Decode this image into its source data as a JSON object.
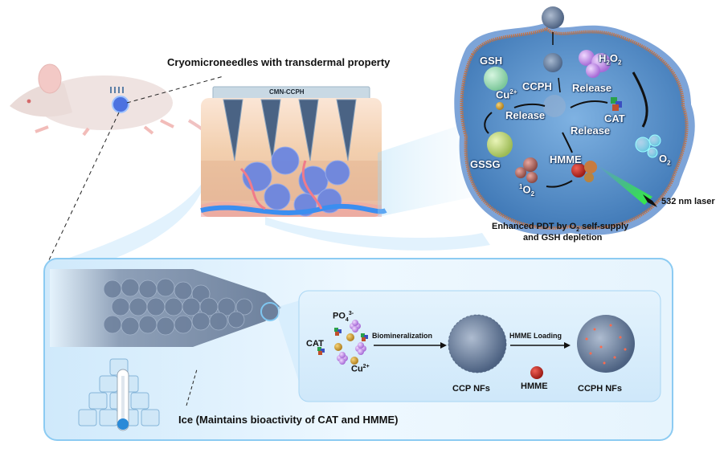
{
  "figure": {
    "title_microneedle": "Cryomicroneedles with transdermal property",
    "patch_label": "CMN-CCPH",
    "cell_panel": {
      "labels": {
        "gsh": "GSH",
        "gssg": "GSSG",
        "ccph": "CCPH",
        "cu": "Cu",
        "cu_sup": "2+",
        "release_left": "Release",
        "release_top": "Release",
        "release_mid": "Release",
        "h2o2_h": "H",
        "h2o2_sub1": "2",
        "h2o2_o": "O",
        "h2o2_sub2": "2",
        "cat": "CAT",
        "o2": "O",
        "o2_sub": "2",
        "hmme": "HMME",
        "singlet_sup": "1",
        "singlet_o": "O",
        "singlet_sub": "2"
      },
      "laser_label": "532 nm laser",
      "caption_line1_pre": "Enhanced PDT by O",
      "caption_line1_sub": "2",
      "caption_line1_post": " self-supply",
      "caption_line2": "and GSH depletion"
    },
    "synthesis_panel": {
      "po4": "PO",
      "po4_sub": "4",
      "po4_sup": "3-",
      "cat": "CAT",
      "cu": "Cu",
      "cu_sup": "2+",
      "step1": "Biomineralization",
      "product1": "CCP NFs",
      "step2": "HMME Loading",
      "step2_reagent": "HMME",
      "product2": "CCPH NFs"
    },
    "ice_caption": "Ice  (Maintains bioactivity of CAT and HMME)"
  },
  "colors": {
    "panel_border": "#8ccbf2",
    "panel_fill": "#dff1fc",
    "cell_fill": "#5d96cf",
    "membrane": "#c0744a",
    "laser_green": "#33ff33",
    "hmme_red": "#c62a22",
    "cu_gold": "#d4a437",
    "po4_purple": "#c79be8",
    "nanoflower": "#5a6f8c"
  }
}
